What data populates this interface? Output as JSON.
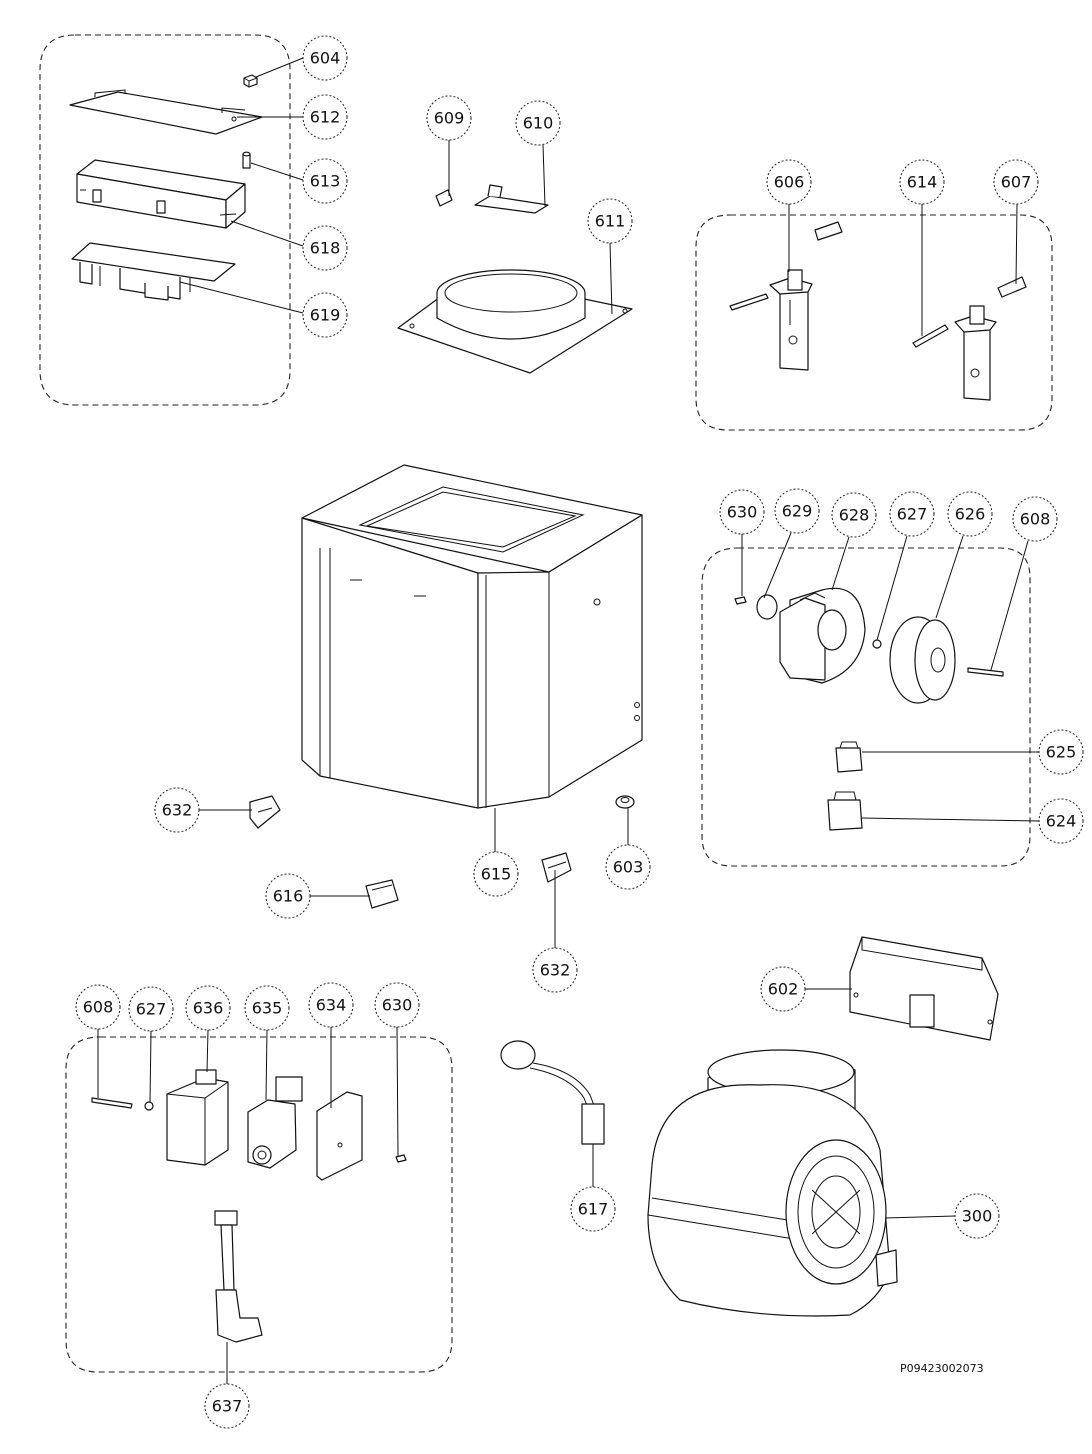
{
  "diagram": {
    "drawing_number": "P09423002073",
    "callouts": [
      {
        "id": "c604",
        "label": "604"
      },
      {
        "id": "c612",
        "label": "612"
      },
      {
        "id": "c613",
        "label": "613"
      },
      {
        "id": "c618",
        "label": "618"
      },
      {
        "id": "c619",
        "label": "619"
      },
      {
        "id": "c609",
        "label": "609"
      },
      {
        "id": "c610",
        "label": "610"
      },
      {
        "id": "c611",
        "label": "611"
      },
      {
        "id": "c606",
        "label": "606"
      },
      {
        "id": "c614",
        "label": "614"
      },
      {
        "id": "c607",
        "label": "607"
      },
      {
        "id": "c630a",
        "label": "630"
      },
      {
        "id": "c629",
        "label": "629"
      },
      {
        "id": "c628",
        "label": "628"
      },
      {
        "id": "c627a",
        "label": "627"
      },
      {
        "id": "c626",
        "label": "626"
      },
      {
        "id": "c608a",
        "label": "608"
      },
      {
        "id": "c625",
        "label": "625"
      },
      {
        "id": "c624",
        "label": "624"
      },
      {
        "id": "c632a",
        "label": "632"
      },
      {
        "id": "c615",
        "label": "615"
      },
      {
        "id": "c603",
        "label": "603"
      },
      {
        "id": "c616",
        "label": "616"
      },
      {
        "id": "c632b",
        "label": "632"
      },
      {
        "id": "c602",
        "label": "602"
      },
      {
        "id": "c608b",
        "label": "608"
      },
      {
        "id": "c627b",
        "label": "627"
      },
      {
        "id": "c636",
        "label": "636"
      },
      {
        "id": "c635",
        "label": "635"
      },
      {
        "id": "c634",
        "label": "634"
      },
      {
        "id": "c630b",
        "label": "630"
      },
      {
        "id": "c617",
        "label": "617"
      },
      {
        "id": "c300",
        "label": "300"
      },
      {
        "id": "c637",
        "label": "637"
      }
    ]
  }
}
